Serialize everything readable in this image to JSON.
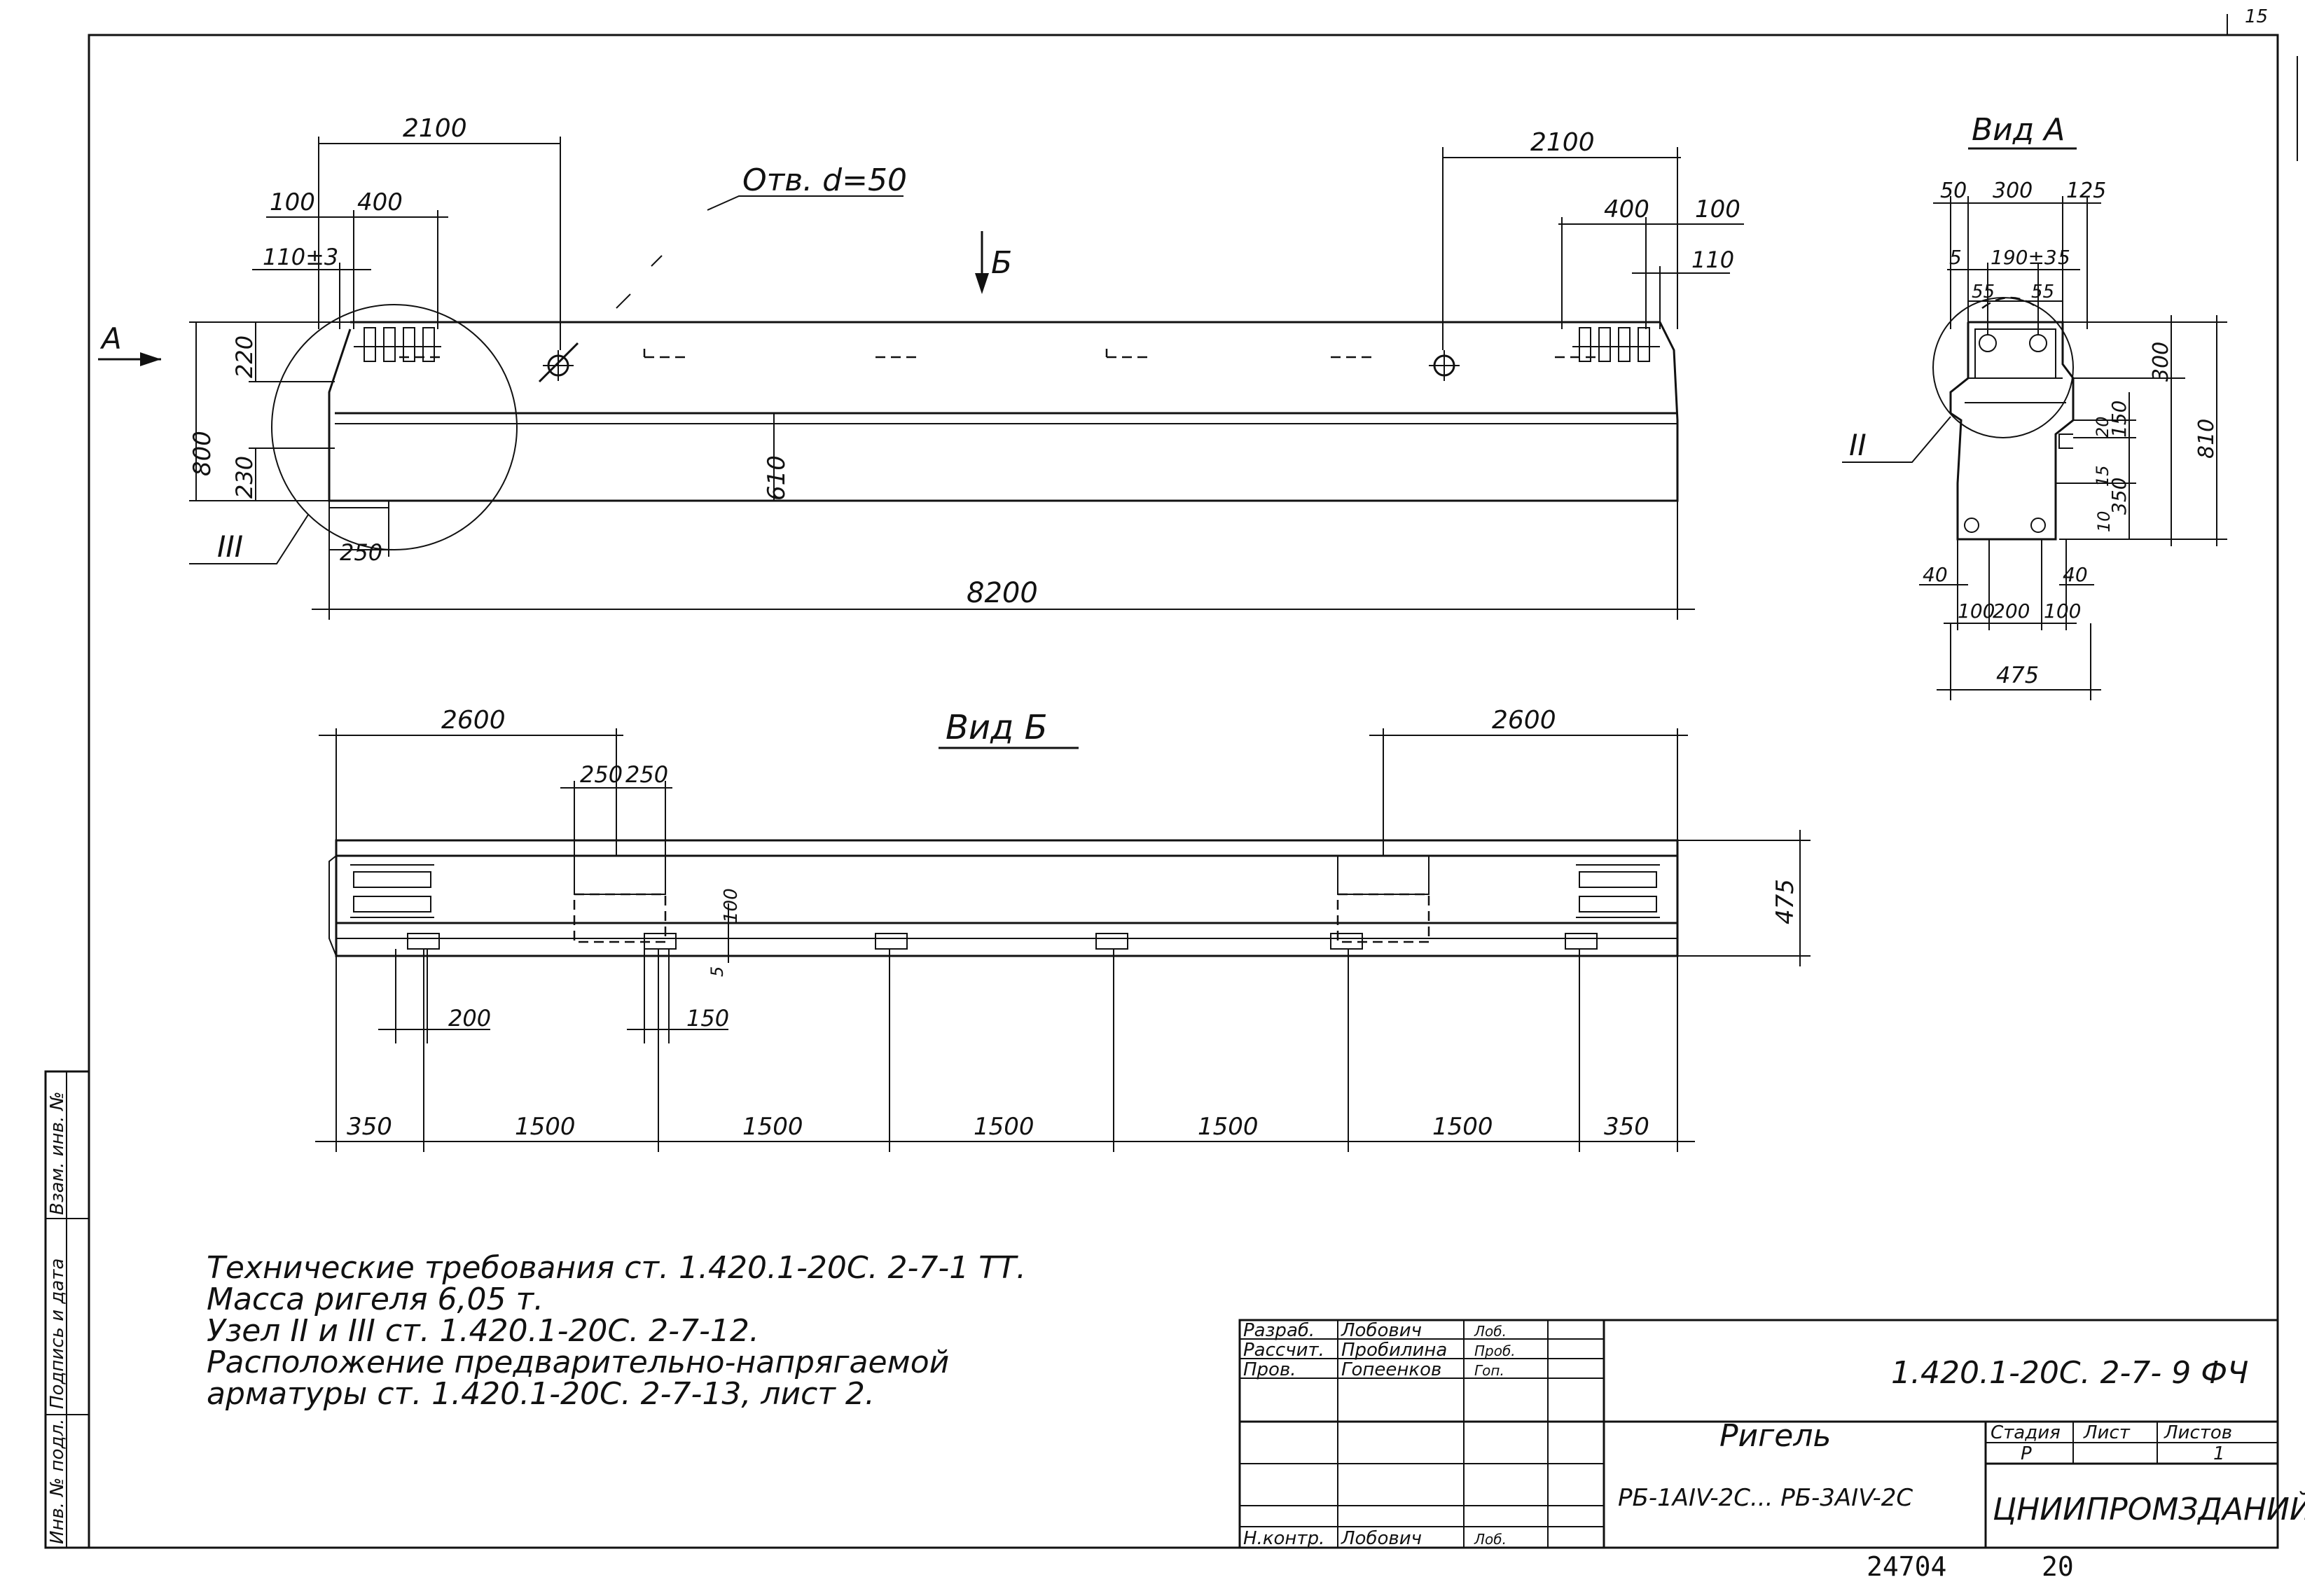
{
  "sheet_corner": "15",
  "elevation": {
    "hole_label": "Отв. d=50",
    "view_arrow_a": "А",
    "view_arrow_b": "Б",
    "dims": {
      "top_left_2100": "2100",
      "top_left_100": "100",
      "top_left_400": "400",
      "top_left_110": "110±3",
      "top_right_2100": "2100",
      "top_right_400": "400",
      "top_right_100": "100",
      "top_right_110": "110",
      "left_800": "800",
      "left_220": "220",
      "left_230": "230",
      "center_610": "610",
      "bottom_250": "250",
      "overall_8200": "8200"
    },
    "callout_iii": "III"
  },
  "view_a": {
    "title": "Вид А",
    "callout_ii": "II",
    "dims": {
      "top_50": "50",
      "top_300": "300",
      "top_125": "125",
      "top_5a": "5",
      "top_190": "190±3",
      "top_5b": "5",
      "top_55a": "55",
      "top_55b": "55",
      "right_300": "300",
      "right_810": "810",
      "right_150": "150",
      "right_20": "20",
      "right_15": "15",
      "right_350": "350",
      "right_10": "10",
      "left_40": "40",
      "bottom_40": "40",
      "bottom_100a": "100",
      "bottom_200": "200",
      "bottom_100b": "100",
      "overall_475": "475"
    }
  },
  "view_b": {
    "title": "Вид Б",
    "dims": {
      "top_left_2600": "2600",
      "top_right_2600": "2600",
      "top_250a": "250",
      "top_250b": "250",
      "right_475": "475",
      "small_100": "100",
      "small_5": "5",
      "below_200": "200",
      "below_150": "150",
      "bottom": [
        "350",
        "1500",
        "1500",
        "1500",
        "1500",
        "1500",
        "350"
      ]
    }
  },
  "notes": [
    "Технические требования ст. 1.420.1-20С. 2-7-1 ТТ.",
    "Масса ригеля 6,05 т.",
    "Узел II и III ст. 1.420.1-20С. 2-7-12.",
    "Расположение предварительно-напрягаемой",
    "арматуры ст. 1.420.1-20С. 2-7-13, лист 2."
  ],
  "side_stamp": [
    "Инв. № подл.",
    "Подпись и дата",
    "Взам. инв. №"
  ],
  "title_block": {
    "roles": [
      "Разраб.",
      "Рассчит.",
      "Пров.",
      "",
      "",
      "",
      "Н.контр."
    ],
    "names": [
      "Лобович",
      "Пробилина",
      "Гопеенков",
      "",
      "",
      "",
      "Лобович"
    ],
    "signatures": [
      "Лоб.",
      "Проб.",
      "Гоп.",
      "",
      "",
      "",
      "Лоб."
    ],
    "code": "1.420.1-20С. 2-7- 9 ФЧ",
    "product": "Ригель",
    "marks": "РБ-1АIV-2С... РБ-3АIV-2С",
    "stage_header": "Стадия",
    "sheet_header": "Лист",
    "sheets_header": "Листов",
    "stage": "Р",
    "sheet": "",
    "sheets": "1",
    "org": "ЦНИИПРОМЗДАНИЙ"
  },
  "bottom_numbers": {
    "left": "24704",
    "right": "20"
  }
}
